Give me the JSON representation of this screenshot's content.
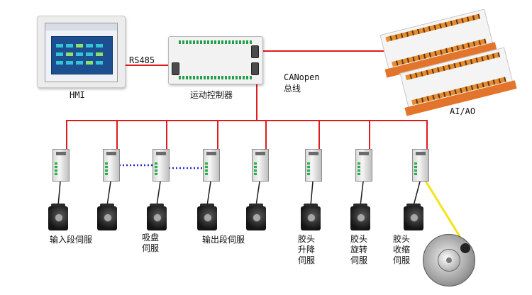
{
  "labels": {
    "hmi": "HMI",
    "rs485": "RS485",
    "controller": "运动控制器",
    "canopen_line1": "CANopen",
    "canopen_line2": "总线",
    "aio": "AI/AO",
    "servo_input": "输入段伺服",
    "servo_suction": "吸盘\n伺服",
    "servo_output": "输出段伺服",
    "servo_head_lift": "胶头升降伺服",
    "servo_head_rotate": "胶头旋转伺服",
    "servo_head_retract": "胶头收缩伺服"
  },
  "colors": {
    "bus": "#e01b1b",
    "link": "#1a2ad0",
    "encoder_cable": "#f2e31a",
    "cable": "#1a1a1a"
  },
  "icons": [
    "hmi-panel-icon",
    "motion-controller-icon",
    "io-module-icon",
    "servo-drive-icon",
    "servo-motor-icon",
    "encoder-icon"
  ]
}
